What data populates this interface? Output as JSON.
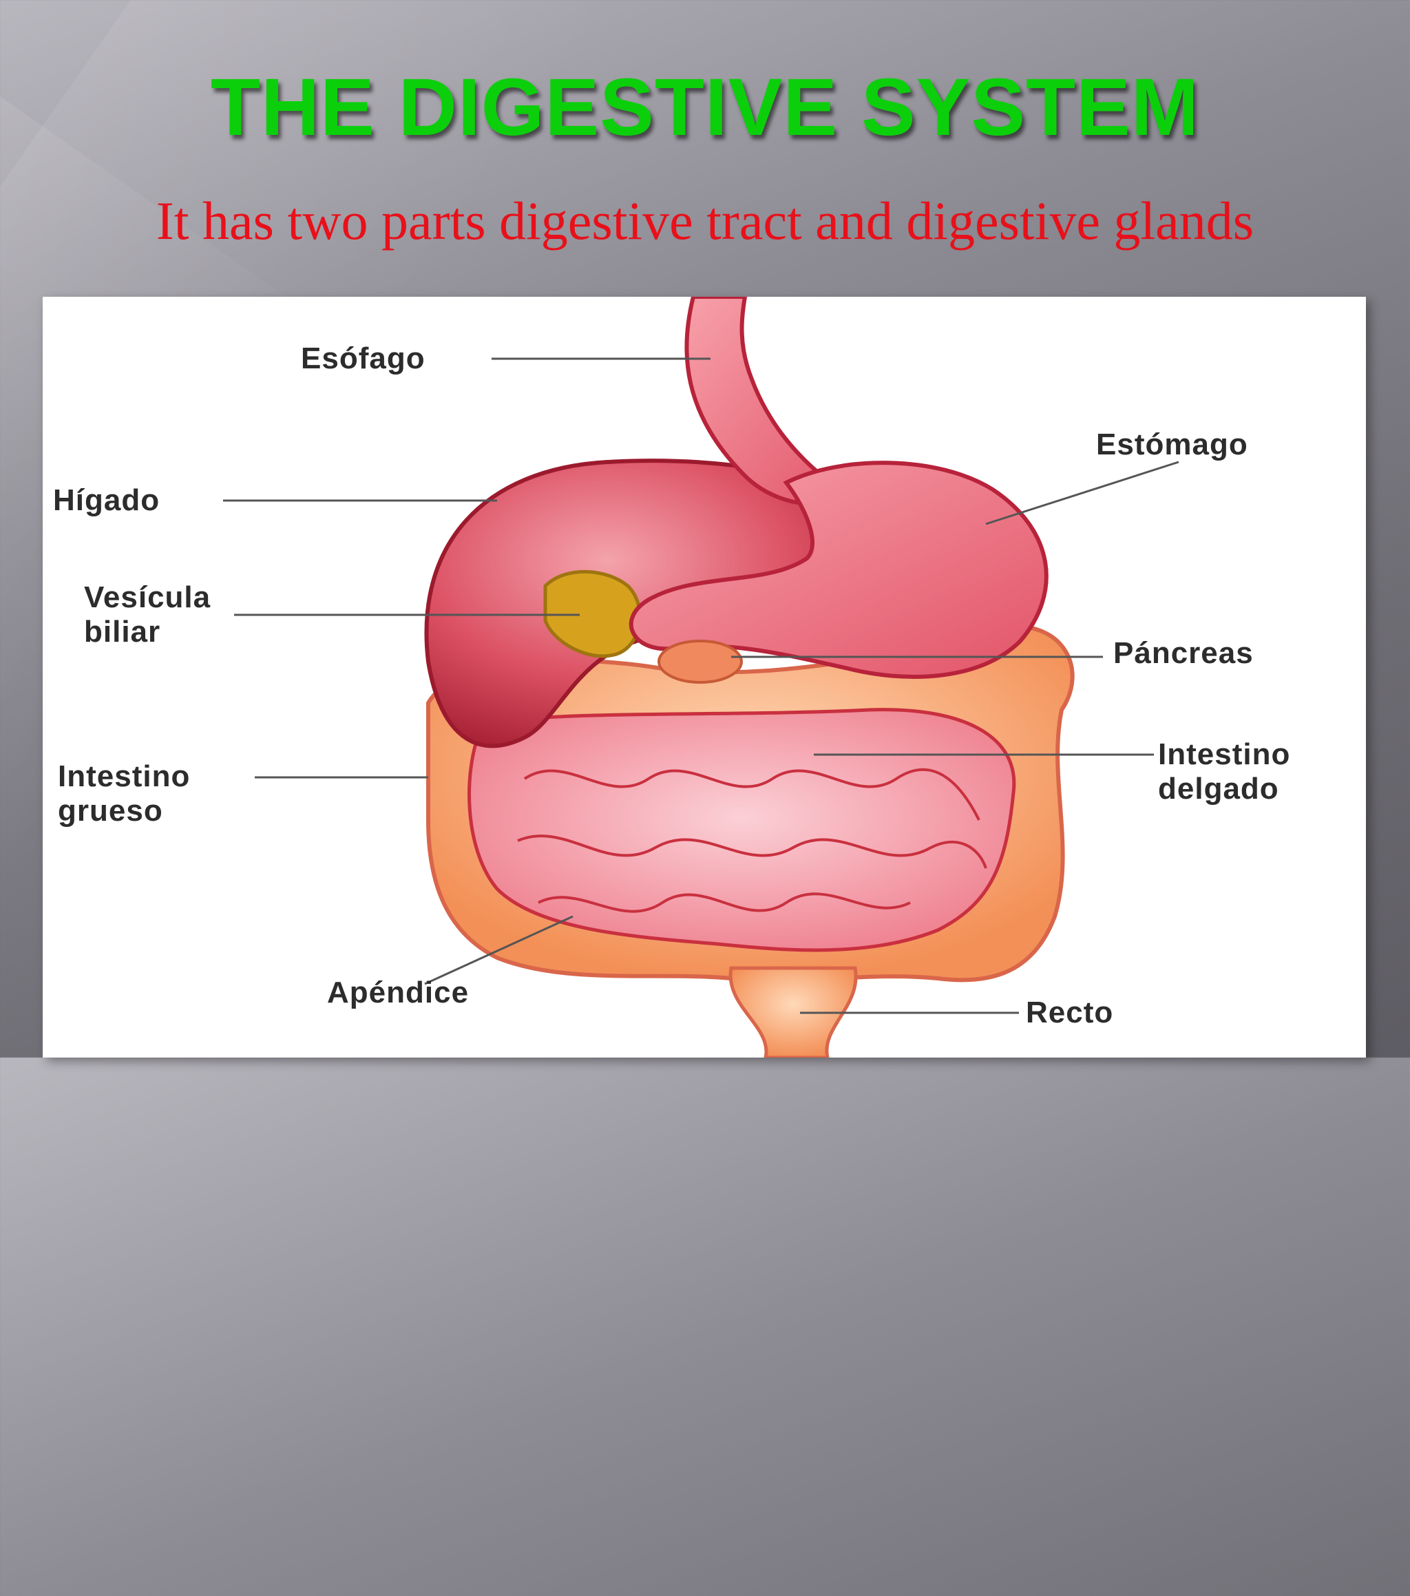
{
  "slide": {
    "title": "THE DIGESTIVE SYSTEM",
    "subtitle": "It has two parts digestive tract and digestive glands"
  },
  "diagram": {
    "labels": {
      "esofago": "Esófago",
      "higado": "Hígado",
      "vesicula_line1": "Vesícula",
      "vesicula_line2": "biliar",
      "intestino_grueso_line1": "Intestino",
      "intestino_grueso_line2": "grueso",
      "apendice": "Apéndice",
      "estomago": "Estómago",
      "pancreas": "Páncreas",
      "intestino_delgado_line1": "Intestino",
      "intestino_delgado_line2": "delgado",
      "recto": "Recto"
    }
  },
  "colors": {
    "title_green": "#0ccf0c",
    "subtitle_red": "#e8101a",
    "organ_red": "#e2455a",
    "liver_dark": "#b62a3c",
    "colon_orange": "#f6a66f",
    "gallbladder_gold": "#d6a21e"
  }
}
